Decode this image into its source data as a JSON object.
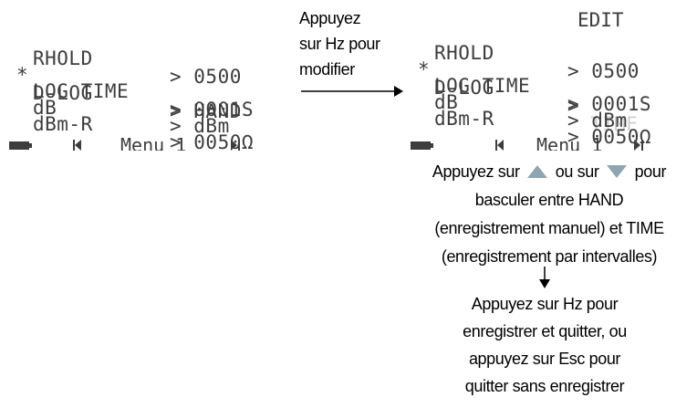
{
  "left_screen": {
    "rows": [
      {
        "marker": "",
        "key": "RHOLD",
        "value": "> 0500"
      },
      {
        "marker": "*",
        "key": "D-LOG",
        "value": "> HAND"
      },
      {
        "marker": "",
        "key": "LOG TIME",
        "value": "> 0001S"
      },
      {
        "marker": "",
        "key": "dB",
        "value": "> dBm"
      },
      {
        "marker": "",
        "key": "dBm-R",
        "value": "> 0050Ω"
      }
    ],
    "footer": "Menu 1"
  },
  "right_screen": {
    "mode": "EDIT",
    "rows": [
      {
        "marker": "",
        "key": "RHOLD",
        "value": "> 0500"
      },
      {
        "marker": "*",
        "key": "D-LOG",
        "value_prefix": ">",
        "value_dim": "TIME"
      },
      {
        "marker": "",
        "key": "LOG TIME",
        "value": "> 0001S"
      },
      {
        "marker": "",
        "key": "dB",
        "value": "> dBm"
      },
      {
        "marker": "",
        "key": "dBm-R",
        "value": "> 0050Ω"
      }
    ],
    "footer": "Menu 1"
  },
  "captions": {
    "press_hz": [
      "Appuyez",
      "sur Hz pour",
      "modifier"
    ],
    "toggle": {
      "line1_a": "Appuyez sur",
      "line1_b": "ou sur",
      "line1_c": "pour",
      "line2": "basculer entre HAND",
      "line3": "(enregistrement manuel) et TIME",
      "line4": "(enregistrement par intervalles)"
    },
    "save": [
      "Appuyez sur Hz pour",
      "enregistrer et quitter, ou",
      "appuyez sur Esc pour",
      "quitter sans enregistrer"
    ]
  },
  "icons": {
    "up_arrow": "up-triangle-icon",
    "down_arrow": "down-triangle-icon",
    "battery": "battery-icon"
  },
  "colors": {
    "lcd_text": "#3d3d3d",
    "dim_text": "#cfcfcf",
    "arrow_key": "#8fa6b2"
  }
}
